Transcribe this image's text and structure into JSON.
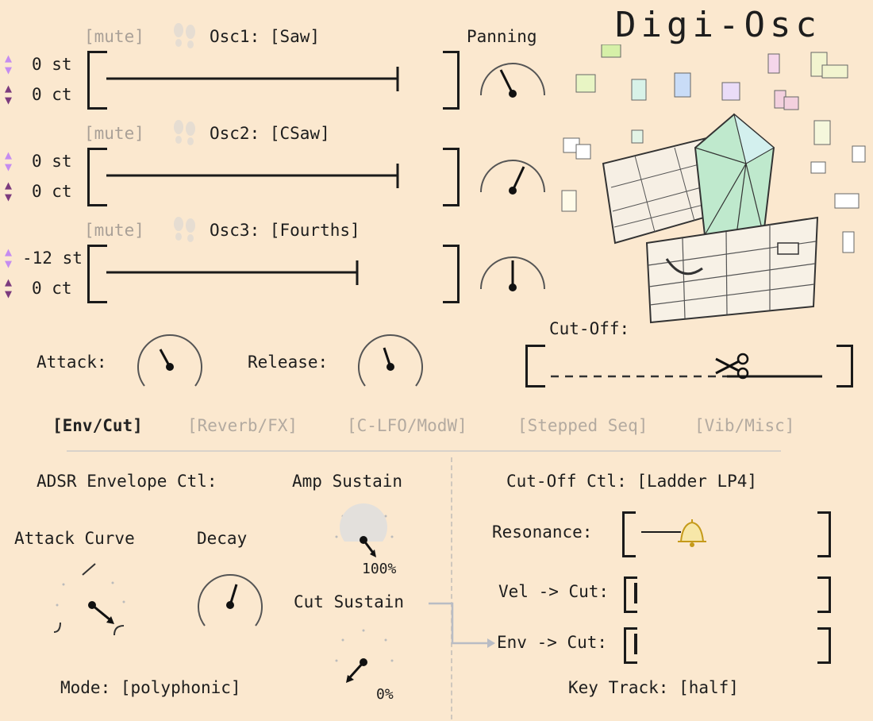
{
  "title": "Digi-Osc",
  "panning_label": "Panning",
  "oscillators": [
    {
      "mute": "[mute]",
      "name": "Osc1: [Saw]",
      "semitones": "0 st",
      "cents": "0 ct"
    },
    {
      "mute": "[mute]",
      "name": "Osc2: [CSaw]",
      "semitones": "0 st",
      "cents": "0 ct"
    },
    {
      "mute": "[mute]",
      "name": "Osc3: [Fourths]",
      "semitones": "-12 st",
      "cents": "0 ct"
    }
  ],
  "attack_label": "Attack:",
  "release_label": "Release:",
  "cutoff_label": "Cut-Off:",
  "tabs": [
    "[Env/Cut]",
    "[Reverb/FX]",
    "[C-LFO/ModW]",
    "[Stepped Seq]",
    "[Vib/Misc]"
  ],
  "active_tab": "[Env/Cut]",
  "adsr": {
    "heading": "ADSR Envelope Ctl:",
    "attack_curve_label": "Attack Curve",
    "decay_label": "Decay",
    "amp_sustain_label": "Amp Sustain",
    "amp_sustain_value": "100%",
    "cut_sustain_label": "Cut Sustain",
    "cut_sustain_value": "0%",
    "mode_label": "Mode: [polyphonic]"
  },
  "cutoff_ctl": {
    "heading": "Cut-Off Ctl: [Ladder LP4]",
    "resonance_label": "Resonance:",
    "vel_cut_label": "Vel -> Cut:",
    "env_cut_label": "Env -> Cut:",
    "key_track_label": "Key Track: [half]"
  },
  "icons": [
    "spinner-up-icon",
    "spinner-down-icon",
    "footprints-icon",
    "scissors-icon",
    "bell-icon",
    "treasure-chest-icon"
  ],
  "colors": {
    "background": "#fbe8cf",
    "spinner_light": "#c58cf0",
    "spinner_dark": "#7c3b7e",
    "inactive": "#b3aaa0"
  }
}
